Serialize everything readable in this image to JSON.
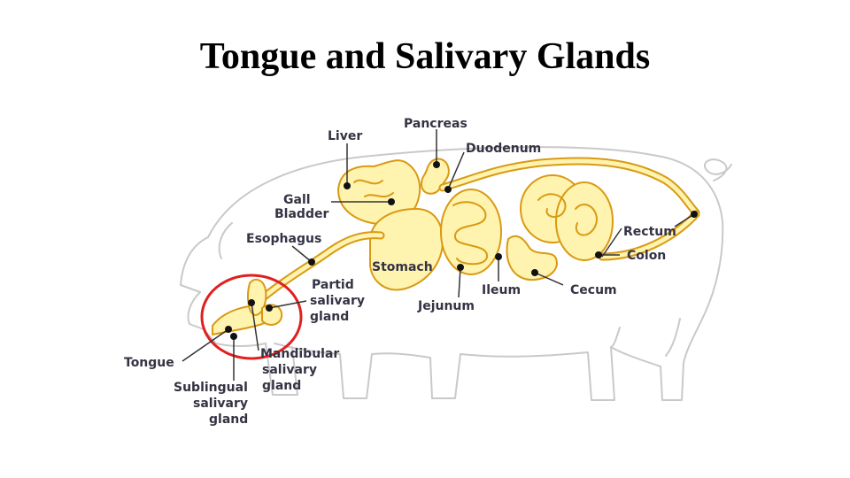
{
  "slide": {
    "title": "Tongue and Salivary Glands"
  },
  "colors": {
    "organ_fill": "#fff3b0",
    "organ_stroke": "#d99a12",
    "body_outline": "#c9c9c9",
    "highlight_circle": "#e02020",
    "label_text": "#333344"
  },
  "labels": {
    "liver": "Liver",
    "pancreas": "Pancreas",
    "duodenum": "Duodenum",
    "gall_bladder_1": "Gall",
    "gall_bladder_2": "Bladder",
    "esophagus": "Esophagus",
    "stomach": "Stomach",
    "partid_1": "Partid",
    "partid_2": "salivary",
    "partid_3": "gland",
    "jejunum": "Jejunum",
    "ileum": "Ileum",
    "cecum": "Cecum",
    "rectum": "Rectum",
    "colon": "Colon",
    "tongue": "Tongue",
    "mandibular_1": "Mandibular",
    "mandibular_2": "salivary",
    "mandibular_3": "gland",
    "sublingual_1": "Sublingual",
    "sublingual_2": "salivary",
    "sublingual_3": "gland"
  }
}
